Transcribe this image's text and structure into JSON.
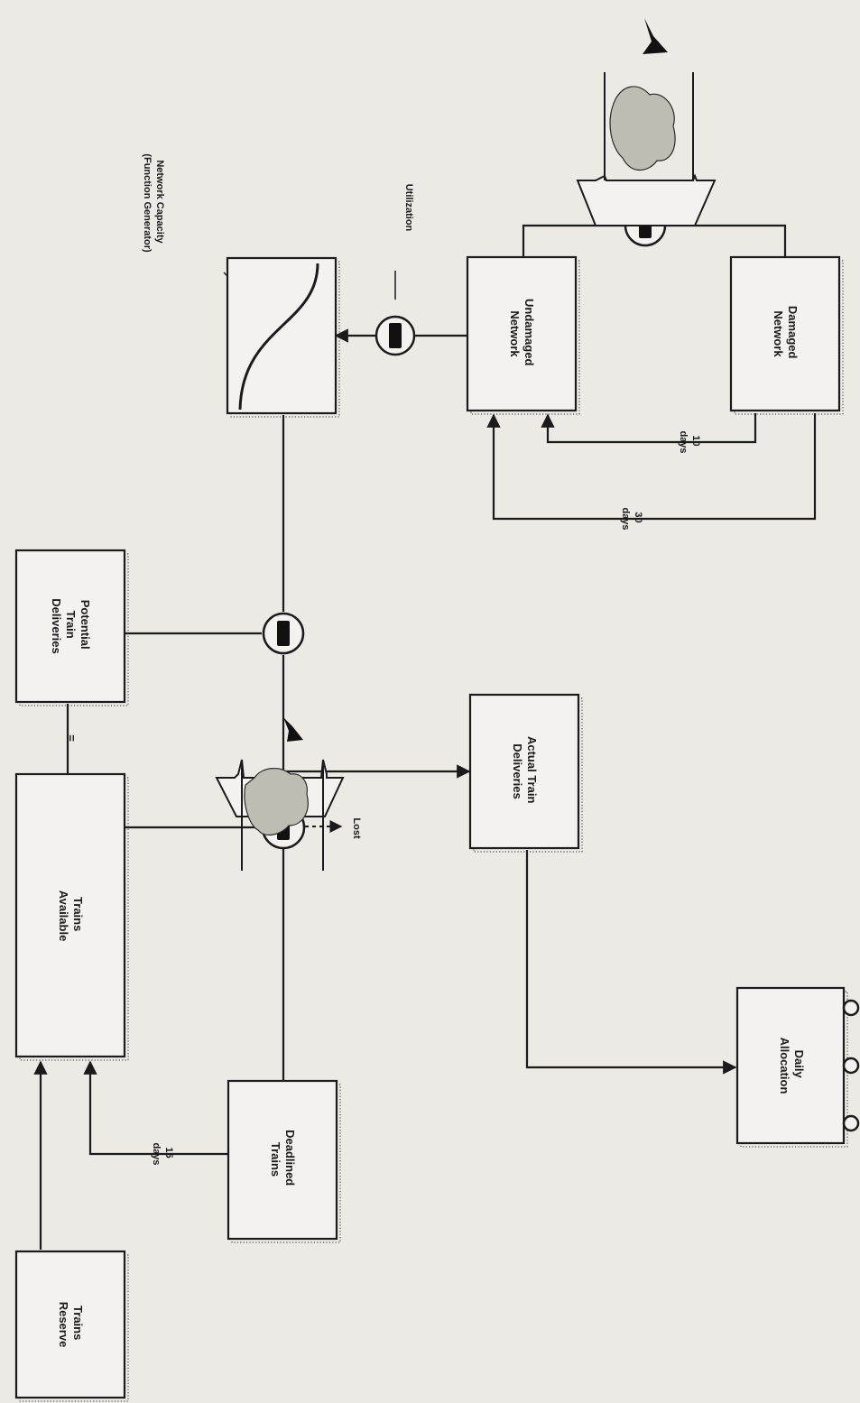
{
  "diagram": {
    "blocks": {
      "trains_reserve": [
        "Trains",
        "Reserve"
      ],
      "trains_available": [
        "Trains",
        "Available"
      ],
      "deadlined_trains": [
        "Deadlined",
        "Trains"
      ],
      "potential_train_deliveries": [
        "Potential",
        "Train",
        "Deliveries"
      ],
      "actual_train_deliveries": [
        "Actual Train",
        "Deliveries"
      ],
      "daily_allocation": [
        "Daily",
        "Allocation"
      ],
      "undamaged_network": [
        "Undamaged",
        "Network"
      ],
      "damaged_network": [
        "Damaged",
        "Network"
      ]
    },
    "network_capacity_label": [
      "Network Capacity",
      "(Function Generator)"
    ],
    "utilization_label": "Utilization",
    "lost_label": "Lost",
    "delays": {
      "deadlined_repair": [
        "15",
        "days"
      ],
      "network_repair_short": [
        "10",
        "days"
      ],
      "network_repair_long": [
        "30",
        "days"
      ]
    },
    "equals_sign": "="
  }
}
